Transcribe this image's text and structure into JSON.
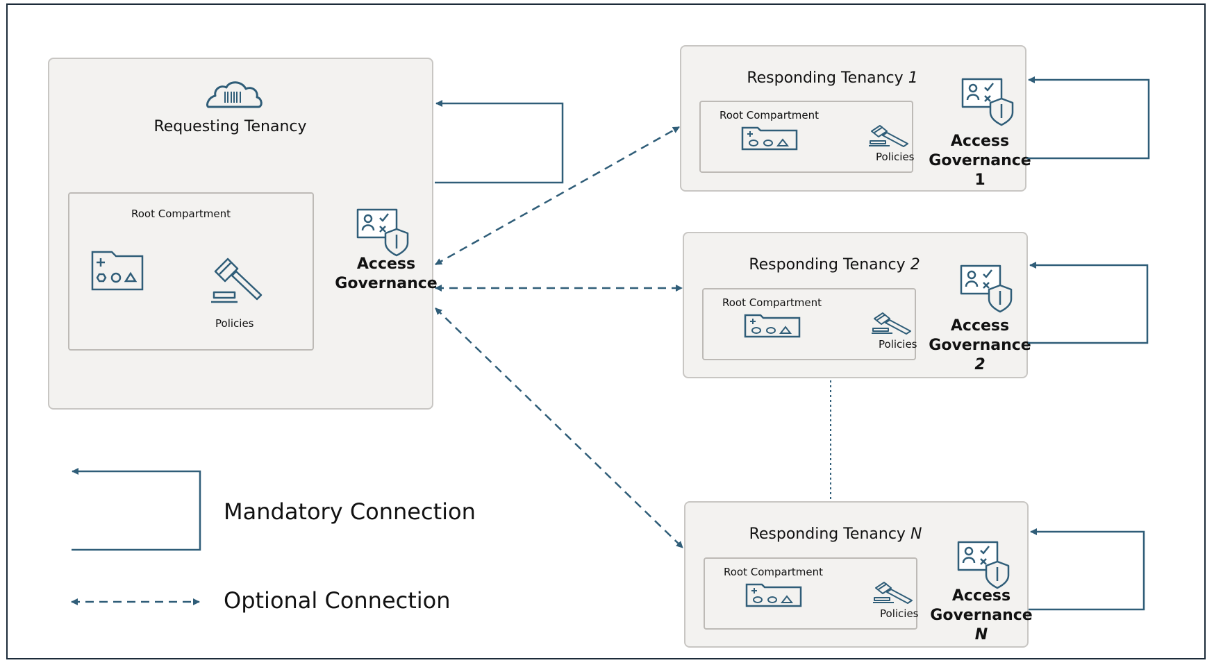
{
  "colors": {
    "connector": "#2f5d78",
    "icon": "#2f5d78",
    "panel_fill": "#f3f2f0",
    "panel_border": "#c8c6c3",
    "frame": "#1c2b39"
  },
  "requesting": {
    "title": "Requesting Tenancy",
    "icon": "cloud-icon",
    "compartment_label": "Root Compartment",
    "policies_label": "Policies",
    "access_governance": [
      "Access",
      "Governance"
    ]
  },
  "responding": [
    {
      "title": "Responding Tenancy",
      "title_suffix": "1",
      "compartment_label": "Root Compartment",
      "policies_label": "Policies",
      "access_governance": [
        "Access",
        "Governance"
      ],
      "ag_index": "1"
    },
    {
      "title": "Responding Tenancy",
      "title_suffix": "2",
      "compartment_label": "Root Compartment",
      "policies_label": "Policies",
      "access_governance": [
        "Access",
        "Governance"
      ],
      "ag_index": "2"
    },
    {
      "title": "Responding Tenancy",
      "title_suffix": "N",
      "compartment_label": "Root Compartment",
      "policies_label": "Policies",
      "access_governance": [
        "Access",
        "Governance"
      ],
      "ag_index": "N"
    }
  ],
  "legend": {
    "mandatory": "Mandatory Connection",
    "optional": "Optional Connection"
  },
  "icons": {
    "folder": "compartment-folder-icon",
    "gavel": "gavel-icon",
    "access_governance": "access-governance-shield-icon"
  }
}
